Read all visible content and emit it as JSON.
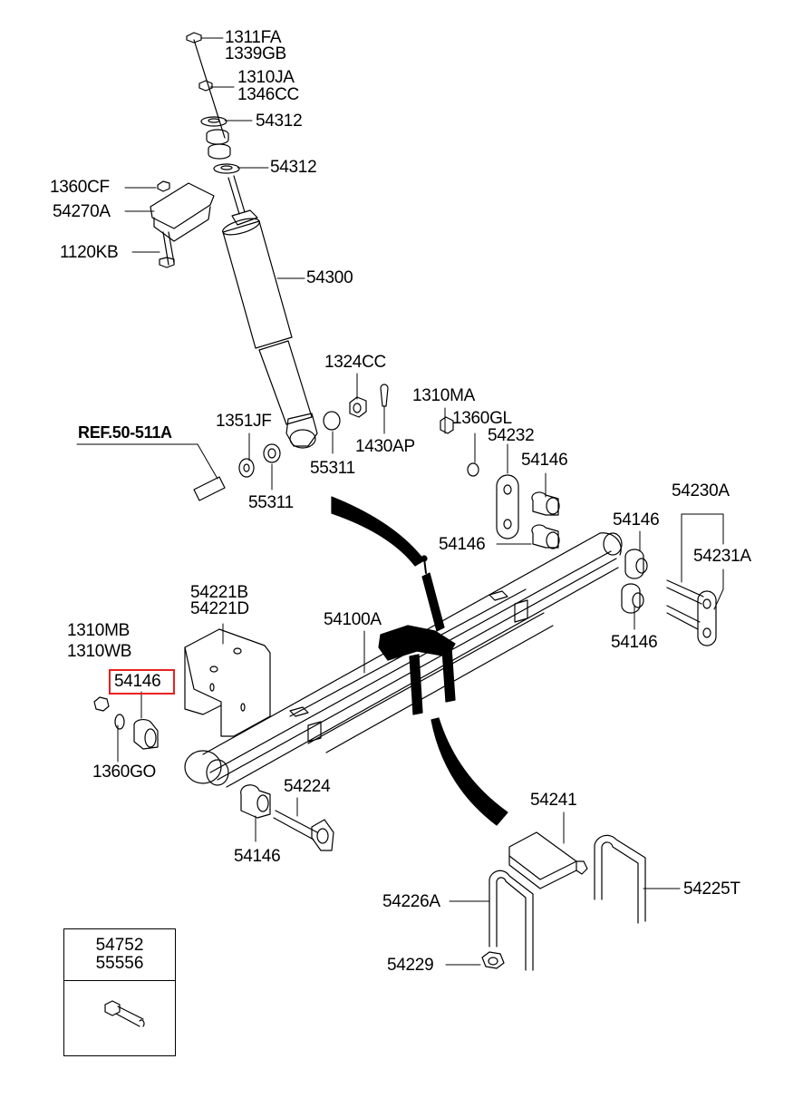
{
  "diagram": {
    "title": "Rear leaf spring & shock absorber parts diagram",
    "highlight_color": "#e8201e",
    "labels": {
      "l1311FA": "1311FA",
      "l1339GB": "1339GB",
      "l1310JA": "1310JA",
      "l1346CC": "1346CC",
      "l54312a": "54312",
      "l54312b": "54312",
      "l1360CF": "1360CF",
      "l54270A": "54270A",
      "l1120KB": "1120KB",
      "l54300": "54300",
      "l1324CC": "1324CC",
      "l1310MA": "1310MA",
      "l1351JF": "1351JF",
      "l1360GL": "1360GL",
      "l1430AP": "1430AP",
      "lREF": "REF.50-511A",
      "l55311a": "55311",
      "l55311b": "55311",
      "l54232": "54232",
      "l54146a": "54146",
      "l54146b": "54146",
      "l54146c": "54146",
      "l54230A": "54230A",
      "l54231A": "54231A",
      "l54146d": "54146",
      "l54221B": "54221B",
      "l54221D": "54221D",
      "l54100A": "54100A",
      "l1310MB": "1310MB",
      "l1310WB": "1310WB",
      "l54146sel": "54146",
      "l1360GO": "1360GO",
      "l54224": "54224",
      "l54146e": "54146",
      "l54241": "54241",
      "l54226A": "54226A",
      "l54225T": "54225T",
      "l54229": "54229"
    },
    "selected_part": "54146",
    "legend_box": {
      "line1": "54752",
      "line2": "55556",
      "icon": "bolt-icon"
    }
  }
}
